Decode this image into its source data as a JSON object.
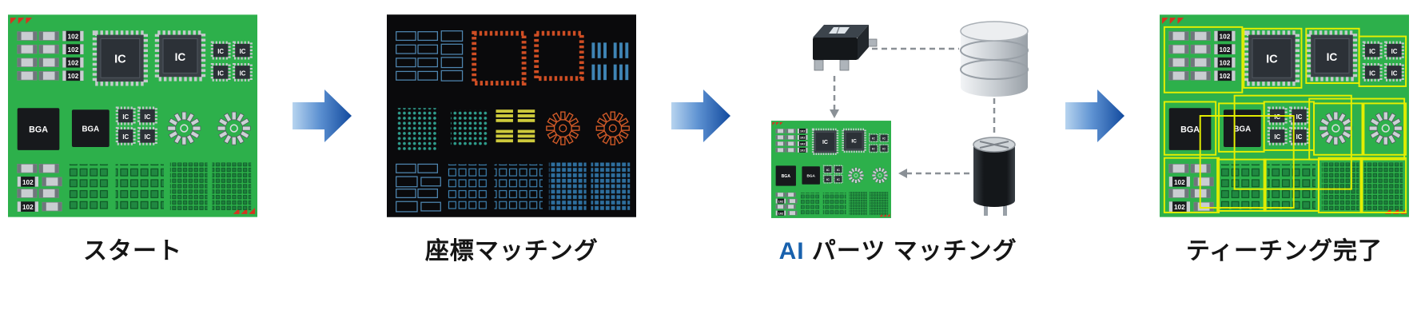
{
  "steps": [
    {
      "id": "start",
      "label": "スタート"
    },
    {
      "id": "coordinate-matching",
      "label": "座標マッチング"
    },
    {
      "id": "ai-parts-matching",
      "label_ai": "AI",
      "label_rest": " パーツ マッチング"
    },
    {
      "id": "teaching-complete",
      "label": "ティーチング完了"
    }
  ],
  "pcb": {
    "ic_label": "IC",
    "bga_label": "BGA",
    "chip_label": "102"
  },
  "colors": {
    "pcb_green": "#2db04b",
    "screen_black": "#0a0a0c",
    "arrow_blue_light": "#b7d4ef",
    "arrow_blue_dark": "#124a9e",
    "ai_text_blue": "#1861ad",
    "highlight_yellow": "#e6ef00",
    "outline_blue": "#4f86b0",
    "outline_orange": "#cf4e24",
    "outline_yellow": "#cdc93b",
    "outline_teal": "#2f9e8e",
    "fiducial_red": "#d63320"
  }
}
